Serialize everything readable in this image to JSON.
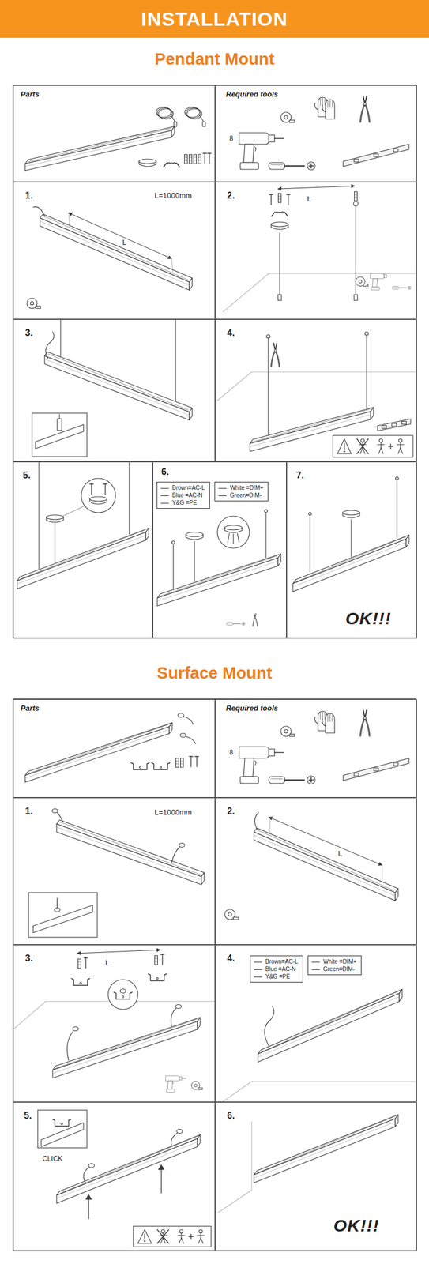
{
  "diagram": {
    "title": "INSTALLATION",
    "nodes": [
      {
        "text": [
          "Pendant Mount"
        ]
      },
      {
        "text": [
          "Parts"
        ],
        "in": 0
      },
      {
        "text": [
          "Required tools",
          "8"
        ],
        "in": 0
      },
      {
        "text": [
          "1.",
          "L=1000mm",
          "L"
        ],
        "in": 0
      },
      {
        "text": [
          "2.",
          "L"
        ],
        "in": 0
      },
      {
        "text": [
          "3."
        ],
        "in": 0
      },
      {
        "text": [
          "4."
        ],
        "in": 0
      },
      {
        "text": [
          "5."
        ],
        "in": 0
      },
      {
        "text": [
          "6."
        ],
        "in": 0
      },
      {
        "text": [
          "Brown=AC-L",
          "Blue =AC-N",
          "Y&G =PE"
        ],
        "in": 8
      },
      {
        "text": [
          "White =DIM+",
          "Green=DIM-"
        ],
        "in": 8
      },
      {
        "text": [
          "7.",
          "OK!!!"
        ],
        "in": 0
      },
      {
        "text": [
          "Surface Mount"
        ]
      },
      {
        "text": [
          "Parts"
        ],
        "in": 12
      },
      {
        "text": [
          "Required tools",
          "8"
        ],
        "in": 12
      },
      {
        "text": [
          "1.",
          "L=1000mm"
        ],
        "in": 12
      },
      {
        "text": [
          "2.",
          "L"
        ],
        "in": 12
      },
      {
        "text": [
          "3.",
          "L"
        ],
        "in": 12
      },
      {
        "text": [
          "4."
        ],
        "in": 12
      },
      {
        "text": [
          "Brown=AC-L",
          "Blue =AC-N",
          "Y&G =PE"
        ],
        "in": 18
      },
      {
        "text": [
          "White =DIM+",
          "Green=DIM-"
        ],
        "in": 18
      },
      {
        "text": [
          "5.",
          "CLICK"
        ],
        "in": 12
      },
      {
        "text": [
          "6.",
          "OK!!!"
        ],
        "in": 12
      }
    ]
  }
}
